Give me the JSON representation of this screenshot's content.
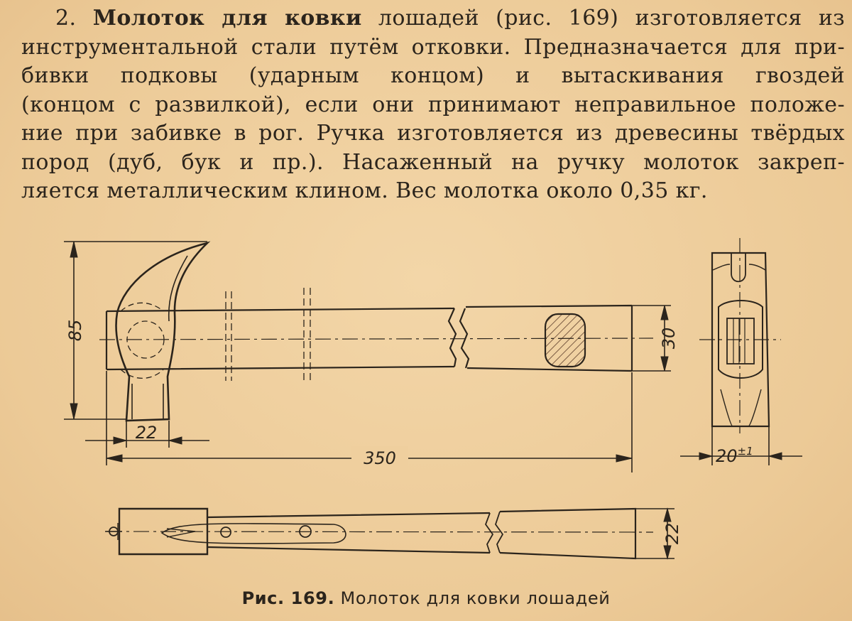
{
  "paragraph": {
    "number": "2.",
    "title_bold": "Молоток для ковки",
    "lines": [
      " лошадей  (рис. 169)  изготовляется из",
      "инструментальной стали путём отковки. Предназначается  для при-",
      "бивки  подковы  (ударным  концом)  и  вытаскивания  гвоздей",
      "(концом с развилкой), если они принимают неправильное положе-",
      "ние при забивке в рог. Ручка изготовляется из древесины твёрдых",
      "пород (дуб, бук и пр.). Насаженный  на  ручку молоток  закреп-",
      "ляется металлическим клином. Вес молотка около 0,35 кг."
    ]
  },
  "dimensions": {
    "height": "85",
    "head_width": "22",
    "length": "350",
    "handle_section": "30",
    "end_width": "20",
    "end_tolerance": "±1",
    "bottom_section": "22"
  },
  "caption": {
    "label": "Рис. 169.",
    "text": " Молоток для ковки лошадей"
  },
  "colors": {
    "paper": "#efcf9e",
    "ink": "#2b241c"
  }
}
